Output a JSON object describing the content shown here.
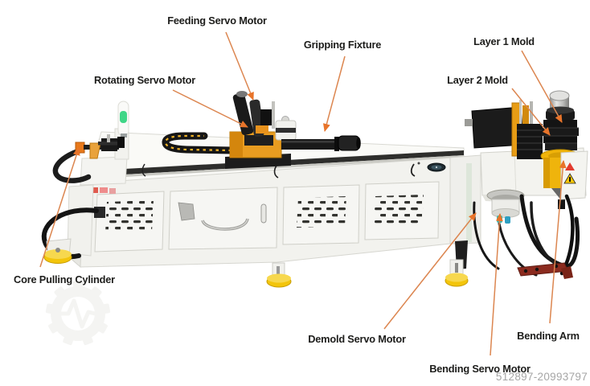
{
  "figure": {
    "subject": "CNC tube bending machine — labeled parts diagram",
    "background_color": "#ffffff"
  },
  "callouts": [
    {
      "id": "feeding-servo-motor",
      "text": "Feeding Servo Motor"
    },
    {
      "id": "rotating-servo-motor",
      "text": "Rotating Servo Motor"
    },
    {
      "id": "gripping-fixture",
      "text": "Gripping Fixture"
    },
    {
      "id": "layer-1-mold",
      "text": "Layer 1 Mold"
    },
    {
      "id": "layer-2-mold",
      "text": "Layer 2 Mold"
    },
    {
      "id": "core-pulling-cylinder",
      "text": "Core Pulling Cylinder"
    },
    {
      "id": "demold-servo-motor",
      "text": "Demold Servo Motor"
    },
    {
      "id": "bending-servo-motor",
      "text": "Bending Servo Motor"
    },
    {
      "id": "bending-arm",
      "text": "Bending Arm"
    }
  ],
  "watermark": {
    "listing_number": "512897-20993797",
    "logo": "gear-pulse-watermark"
  },
  "colors": {
    "leader_line": "#DC8650",
    "arrowhead": "#E8742A",
    "label_text": "#1D1D1B",
    "listing_number_text": "#A6A6A6",
    "machine_body": "#F3F3EF",
    "accent_orange": "#E89C20",
    "accent_yellow": "#F3C50B",
    "bending_arm_red": "#8B2B1F",
    "signal_lamp_green": "#3FD687"
  }
}
